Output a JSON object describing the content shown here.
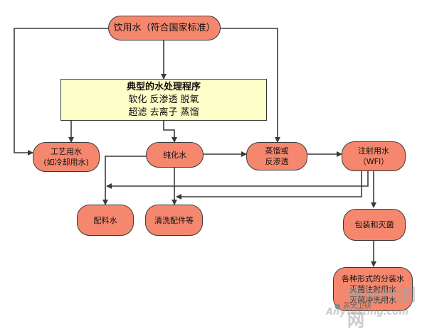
{
  "colors": {
    "terminal_fill": "#f4876d",
    "process_fill": "#fefec8",
    "stroke": "#3a3a3a"
  },
  "nodes": {
    "potable": "饮用水（符合国家标准）",
    "process_title": "典型的水处理程序",
    "process_line1": "软化  反渗透  脱氧",
    "process_line2": "超滤  去离子  蒸馏",
    "industrial_line1": "工艺用水",
    "industrial_line2": "(如冷却用水)",
    "purified": "纯化水",
    "distilled_line1": "蒸馏或",
    "distilled_line2": "反渗透",
    "wfi_line1": "注射用水",
    "wfi_line2": "（WFI）",
    "batching": "配料水",
    "cleaning": "清洗配件等",
    "packaging": "包装和灭菌",
    "final_line1": "各种形式的分装水",
    "final_line2": "灭菌注射用水",
    "final_line3": "灭菌冲洗用水"
  },
  "watermark": {
    "logo_text": "苏大卫研",
    "site_cn": "嘉峪检测网",
    "site_en": "AnyTesting.com"
  }
}
